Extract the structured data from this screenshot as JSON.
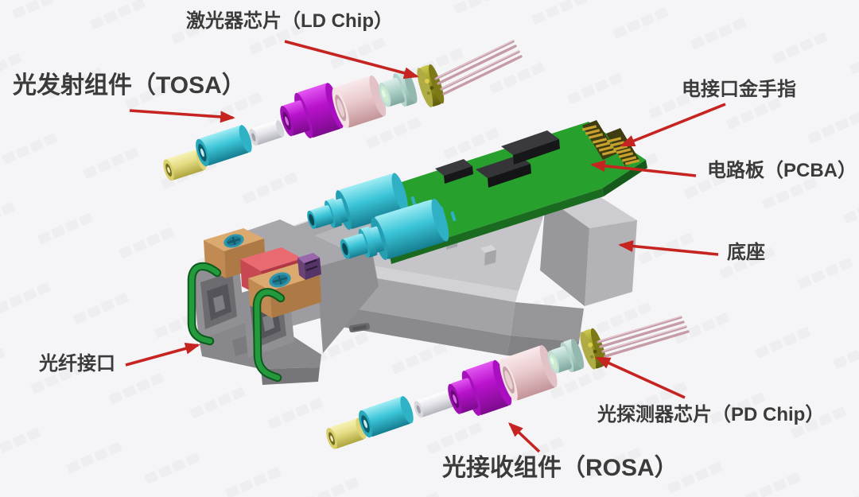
{
  "figure": {
    "type": "exploded-view-diagram",
    "description": "Exploded 3D view of an optical transceiver module with Chinese callout labels and red arrows"
  },
  "labels": {
    "ld_chip": "激光器芯片（LD Chip）",
    "tosa": "光发射组件（TOSA）",
    "gold_finger": "电接口金手指",
    "pcba": "电路板（PCBA）",
    "base": "底座",
    "fiber_port": "光纤接口",
    "pd_chip": "光探测器芯片（PD Chip）",
    "rosa": "光接收组件（ROSA）"
  },
  "callouts": [
    {
      "id": "ld_chip",
      "text": "激光器芯片（LD Chip）",
      "points_to": "TO-can header of transmit assembly"
    },
    {
      "id": "tosa",
      "text": "光发射组件（TOSA）",
      "points_to": "upper exploded cylinder chain"
    },
    {
      "id": "gold_finger",
      "text": "电接口金手指",
      "points_to": "gold edge fingers on PCB tab"
    },
    {
      "id": "pcba",
      "text": "电路板（PCBA）",
      "points_to": "green circuit board"
    },
    {
      "id": "base",
      "text": "底座",
      "points_to": "gray housing base"
    },
    {
      "id": "fiber_port",
      "text": "光纤接口",
      "points_to": "duplex fiber receptacle at module front"
    },
    {
      "id": "pd_chip",
      "text": "光探测器芯片（PD Chip）",
      "points_to": "TO-can header of receive assembly"
    },
    {
      "id": "rosa",
      "text": "光接收组件（ROSA）",
      "points_to": "lower exploded cylinder chain"
    }
  ],
  "colors": {
    "background": "#f5f5f7",
    "label_text": "#3b3b3b",
    "arrow_red": "#c62421",
    "pcb_green": "#27a02e",
    "pcb_edge_green": "#1a6a20",
    "chip_black": "#2f2f33",
    "gold_finger": "#c9a22e",
    "base_gray": "#b5b5b9",
    "receptacle_cyan": "#35c3d6",
    "sleeve_yellow": "#e6df92",
    "ferrule_white": "#e9e9ec",
    "barrel_magenta": "#b714cb",
    "ring_pink": "#ecd0d3",
    "cap_teal": "#aed2cb",
    "lens_green": "#cdeccf",
    "tocan_olive": "#96931f",
    "pin_rose": "#c59ba5",
    "bail_wire_green": "#1e8f35",
    "block_tan": "#dca96e",
    "block_red": "#ea6a72",
    "screw_teal": "#2e96ad"
  }
}
